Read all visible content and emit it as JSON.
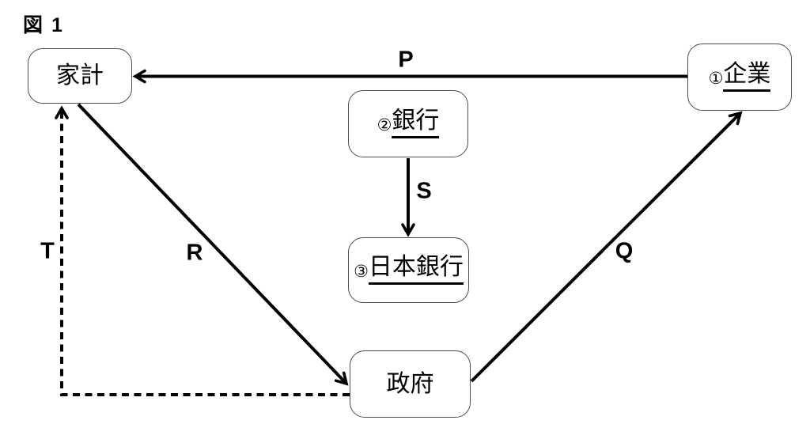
{
  "figure_title": "図 1",
  "nodes": {
    "household": {
      "label": "家計"
    },
    "company": {
      "number": "①",
      "label": "企業",
      "underlined": true
    },
    "bank": {
      "number": "②",
      "label": "銀行",
      "underlined": true
    },
    "boj": {
      "number": "③",
      "label": "日本銀行",
      "underlined": true
    },
    "government": {
      "label": "政府"
    }
  },
  "edges": [
    {
      "label": "P",
      "from": "company",
      "to": "household",
      "style": "solid",
      "direction": "company → household"
    },
    {
      "label": "Q",
      "from": "government",
      "to": "company",
      "style": "solid",
      "direction": "government → company"
    },
    {
      "label": "R",
      "from": "household",
      "to": "government",
      "style": "solid",
      "direction": "household → government"
    },
    {
      "label": "S",
      "from": "bank",
      "to": "boj",
      "style": "solid",
      "direction": "bank → boj"
    },
    {
      "label": "T",
      "from": "government",
      "to": "household",
      "style": "dashed",
      "direction": "government → household"
    }
  ],
  "colors": {
    "background": "#ffffff",
    "line": "#000000",
    "box_border": "#4d4d4d",
    "text": "#000000"
  }
}
